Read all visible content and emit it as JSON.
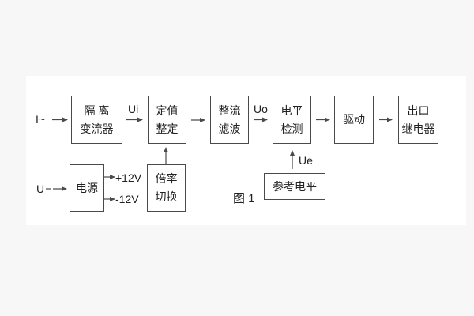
{
  "figure": {
    "caption": "图 1",
    "blocks": {
      "isolation": {
        "line1": "隔 离",
        "line2": "变流器"
      },
      "setting": {
        "line1": "定值",
        "line2": "整定"
      },
      "rectify": {
        "line1": "整流",
        "line2": "滤波"
      },
      "level": {
        "line1": "电平",
        "line2": "检测"
      },
      "drive": {
        "label": "驱动"
      },
      "relay": {
        "line1": "出口",
        "line2": "继电器"
      },
      "power": {
        "label": "电源"
      },
      "ratio": {
        "line1": "倍率",
        "line2": "切换"
      },
      "reference": {
        "label": "参考电平"
      }
    },
    "signals": {
      "input_current": "I~",
      "input_voltage": "U",
      "ui": "Ui",
      "uo": "Uo",
      "ue": "Ue",
      "plus_12v": "+12V",
      "minus_12v": "-12V"
    },
    "colors": {
      "line": "#4a4a4a",
      "panel": "#ffffff",
      "page": "#f7f7f7"
    }
  }
}
